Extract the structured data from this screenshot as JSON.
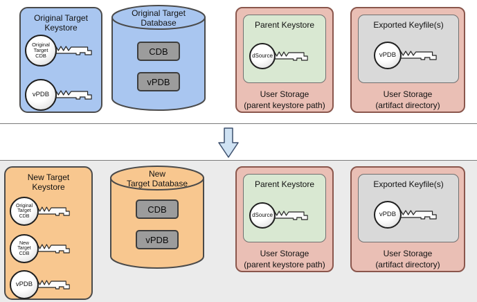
{
  "colors": {
    "blue": "#a9c6f0",
    "orange": "#f8c78f",
    "salmon": "#eabfb5",
    "green": "#d9e8d2",
    "gray-box": "#9c9c9c",
    "light-gray-box": "#d9d9d9",
    "arrow-fill": "#cfe2f3",
    "bottom-bg": "#ebebeb"
  },
  "top_row": {
    "original_keystore": {
      "title": "Original Target\nKeystore",
      "keys": [
        {
          "label": "Original\nTarget\nCDB"
        },
        {
          "label": "vPDB"
        }
      ]
    },
    "original_database": {
      "title": "Original Target\nDatabase",
      "items": [
        {
          "label": "CDB"
        },
        {
          "label": "vPDB"
        }
      ]
    },
    "parent_keystore": {
      "title": "Parent Keystore",
      "keys": [
        {
          "label": "dSource"
        }
      ],
      "caption": "User Storage\n(parent keystore path)"
    },
    "exported_keyfiles": {
      "title": "Exported Keyfile(s)",
      "keys": [
        {
          "label": "vPDB"
        }
      ],
      "caption": "User Storage\n(artifact directory)"
    }
  },
  "bottom_row": {
    "new_keystore": {
      "title": "New Target\nKeystore",
      "keys": [
        {
          "label": "Original\nTarget\nCDB"
        },
        {
          "label": "New\nTarget\nCDB"
        },
        {
          "label": "vPDB"
        }
      ]
    },
    "new_database": {
      "title": "New\nTarget Database",
      "items": [
        {
          "label": "CDB"
        },
        {
          "label": "vPDB"
        }
      ]
    },
    "parent_keystore": {
      "title": "Parent Keystore",
      "keys": [
        {
          "label": "dSource"
        }
      ],
      "caption": "User Storage\n(parent keystore path)"
    },
    "exported_keyfiles": {
      "title": "Exported Keyfile(s)",
      "keys": [
        {
          "label": "vPDB"
        }
      ],
      "caption": "User Storage\n(artifact directory)"
    }
  }
}
